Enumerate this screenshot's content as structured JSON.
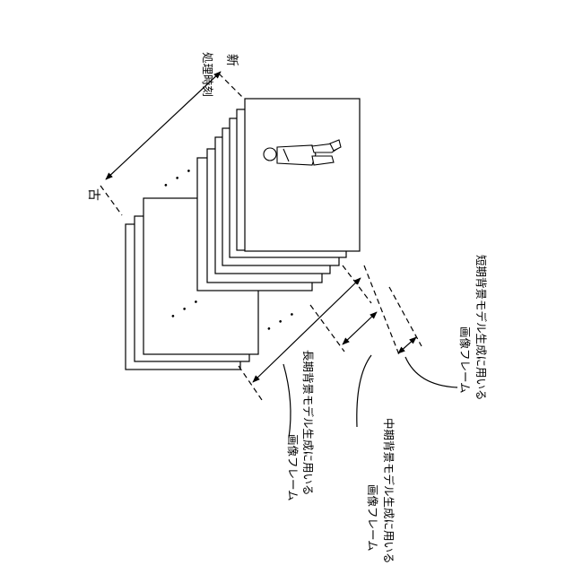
{
  "labels": {
    "time_axis": "処理時刻",
    "newest": "新",
    "oldest": "古",
    "long_term_line1": "長期背景モデル生成に用いる",
    "long_term_line2": "画像フレーム",
    "mid_term_line1": "中期背景モデル生成に用いる",
    "mid_term_line2": "画像フレーム",
    "short_term_line1": "短期背景モデル生成に用いる",
    "short_term_line2": "画像フレーム",
    "ellipsis": "・・・"
  }
}
